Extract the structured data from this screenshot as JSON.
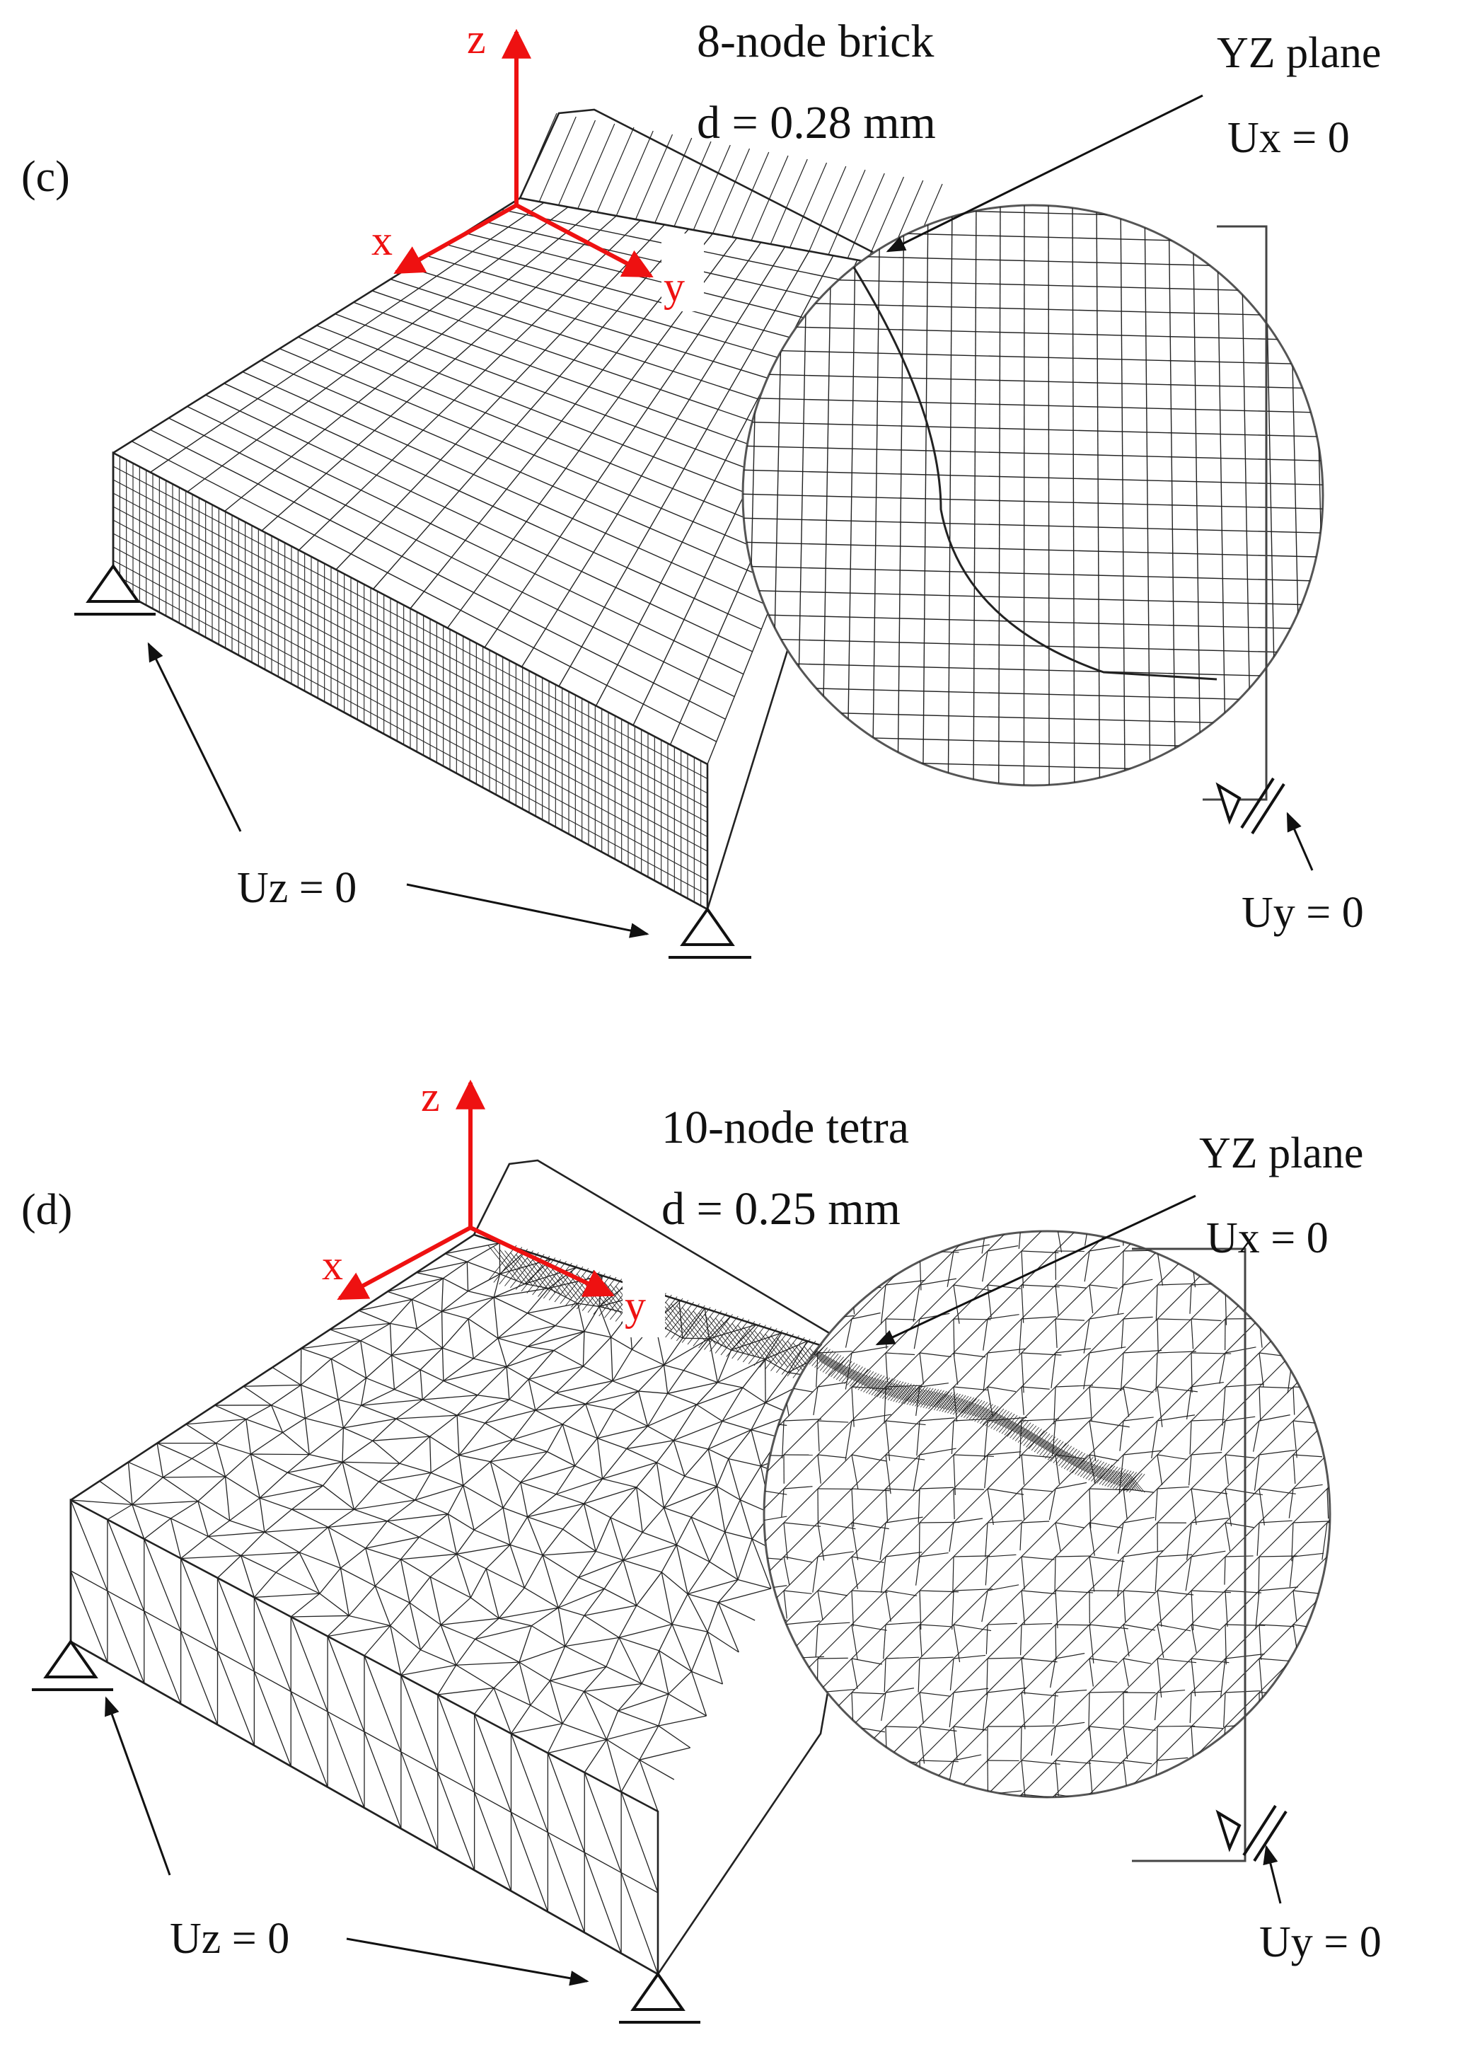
{
  "colors": {
    "axis": "#ee1111",
    "ink": "#111111",
    "mesh": "#222222"
  },
  "panels": [
    {
      "tag": "(c)",
      "element_type": "8-node brick",
      "element_size": "d = 0.28 mm",
      "plane_label": "YZ plane",
      "plane_bc": "Ux = 0",
      "uz_bc": "Uz = 0",
      "uy_bc": "Uy = 0",
      "axes": {
        "x": "x",
        "y": "y",
        "z": "z"
      },
      "mesh_kind": "hex"
    },
    {
      "tag": "(d)",
      "element_type": "10-node tetra",
      "element_size": "d = 0.25 mm",
      "plane_label": "YZ plane",
      "plane_bc": "Ux = 0",
      "uz_bc": "Uz = 0",
      "uy_bc": "Uy = 0",
      "axes": {
        "x": "x",
        "y": "y",
        "z": "z"
      },
      "mesh_kind": "tetra"
    }
  ]
}
